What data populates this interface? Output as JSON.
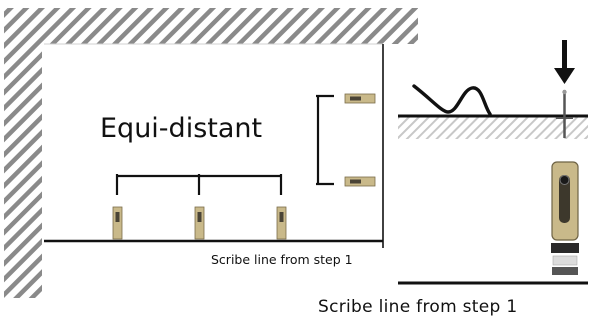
{
  "labels": {
    "equi_distant": "Equi-distant",
    "scribe_line_main": "Scribe line from step 1",
    "scribe_line_detail": "Scribe line from step 1"
  },
  "colors": {
    "hatch": "#8a8a8a",
    "line": "#111111",
    "bracket_gold": "#c9b98a",
    "bracket_dark": "#4a4436",
    "ground_hatch": "#c8c8c8"
  }
}
